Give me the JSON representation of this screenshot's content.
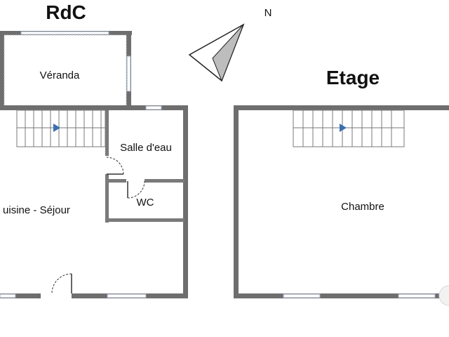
{
  "titles": {
    "ground_floor": "RdC",
    "upper_floor": "Etage"
  },
  "compass": {
    "label": "N",
    "icon": "north-arrow-icon"
  },
  "rooms": {
    "veranda": "Véranda",
    "salle_d_eau": "Salle d'eau",
    "wc": "WC",
    "cuisine_sejour": "uisine - Séjour",
    "chambre": "Chambre"
  },
  "icons": {
    "stairs_ground": "stairs-icon",
    "stairs_upper": "stairs-icon",
    "direction_arrow": "arrow-right-icon"
  },
  "colors": {
    "wall": "#6e6e6e",
    "window": "#9aa6b8",
    "stair_arrow": "#3a6fb0"
  }
}
